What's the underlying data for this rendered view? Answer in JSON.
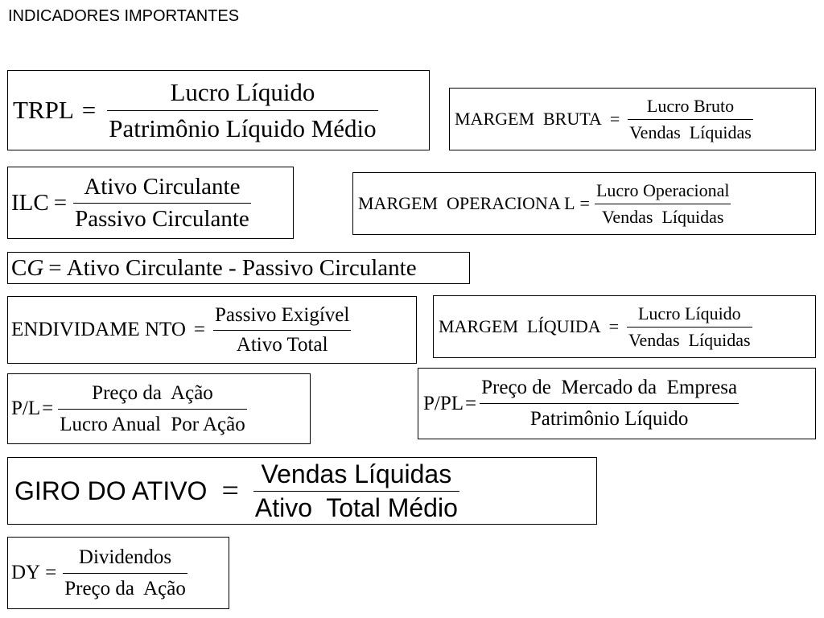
{
  "title": "INDICADORES IMPORTANTES",
  "equals": "=",
  "formulas": {
    "trpl": {
      "lhs": "TRPL",
      "num": "Lucro Líquido",
      "den": "Patrimônio Líquido Médio"
    },
    "margem_bruta": {
      "lhs": "MARGEM  BRUTA",
      "num": "Lucro Bruto",
      "den": "Vendas  Líquidas"
    },
    "ilc": {
      "lhs": "ILC",
      "num": "Ativo Circulante",
      "den": "Passivo Circulante"
    },
    "margem_operacional": {
      "lhs": "MARGEM  OPERACIONA L",
      "num": "Lucro Operacional",
      "den": "Vendas  Líquidas"
    },
    "cg": {
      "lhs_c": "C",
      "lhs_g": "G",
      "rhs": "Ativo Circulante - Passivo Circulante"
    },
    "endividamento": {
      "lhs": "ENDIVIDAME NTO",
      "num": "Passivo Exigível",
      "den": "Ativo Total"
    },
    "margem_liquida": {
      "lhs": "MARGEM  LÍQUIDA",
      "num": "Lucro Líquido",
      "den": "Vendas  Líquidas"
    },
    "pl": {
      "lhs": "P/L",
      "num": "Preço da  Ação",
      "den": "Lucro Anual  Por Ação"
    },
    "ppl": {
      "lhs": "P/PL",
      "num": "Preço de  Mercado da  Empresa",
      "den": "Patrimônio Líquido"
    },
    "giro": {
      "lhs": "GIRO DO ATIVO",
      "num": "Vendas Líquidas",
      "den": "Ativo  Total Médio"
    },
    "dy": {
      "lhs": "DY",
      "num": "Dividendos",
      "den": "Preço da  Ação"
    }
  }
}
